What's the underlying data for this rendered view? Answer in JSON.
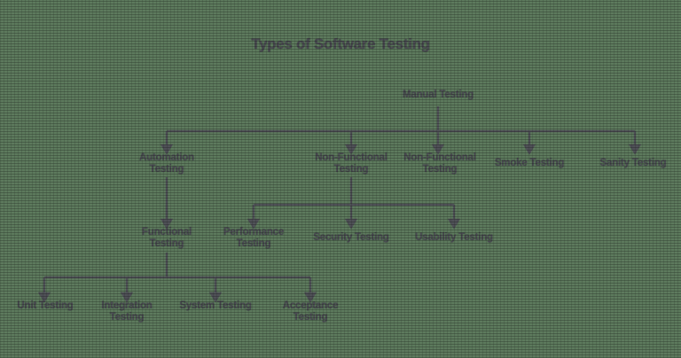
{
  "diagram": {
    "title": "Types of Software Testing",
    "accent_color": "#4a4a52",
    "background_color": "#5d7a5d",
    "connector_color": "#4f4f57",
    "root": {
      "label": "Manual Testing"
    },
    "level1": [
      {
        "label": "Automation Testing"
      },
      {
        "label": "Non-Functional Testing"
      },
      {
        "label": "Non-Functional Testing"
      },
      {
        "label": "Smoke Testing"
      },
      {
        "label": "Sanity Testing"
      }
    ],
    "level2": [
      {
        "label": "Functional Testing"
      },
      {
        "label": "Performance Testing"
      },
      {
        "label": "Security Testing"
      },
      {
        "label": "Usability Testing"
      }
    ],
    "level3": [
      {
        "label": "Unit Testing"
      },
      {
        "label": "Integration Testing"
      },
      {
        "label": "System Testing"
      },
      {
        "label": "Acceptance Testing"
      }
    ]
  }
}
